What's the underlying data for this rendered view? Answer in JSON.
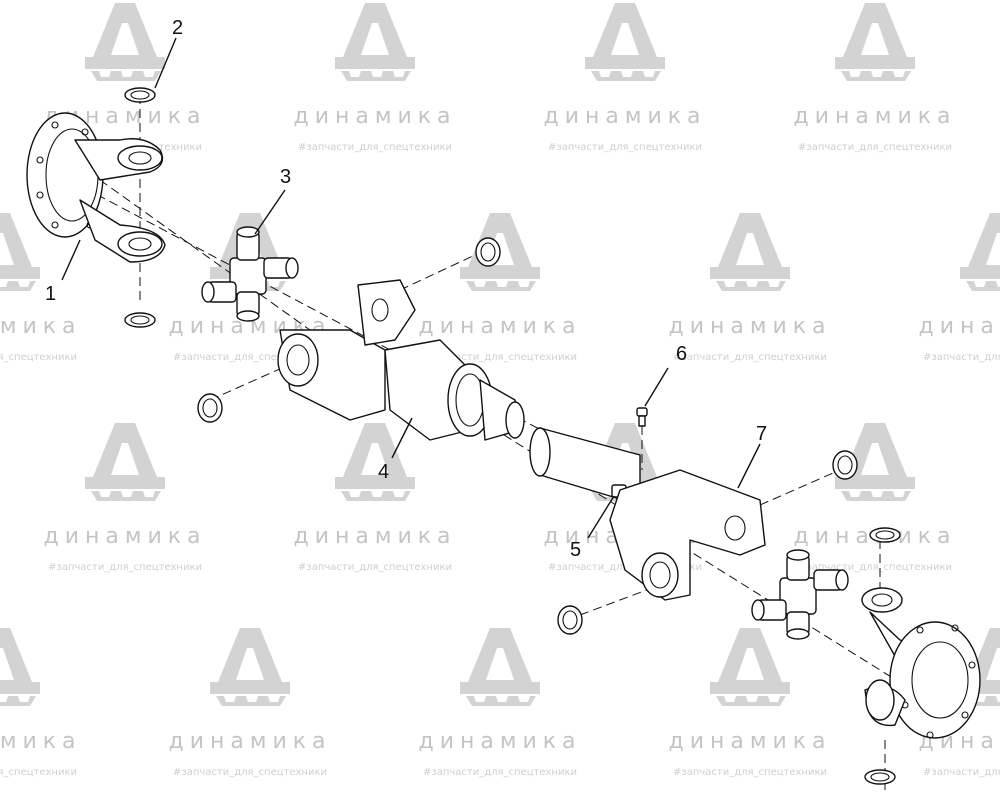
{
  "watermark": {
    "brand": "динамика",
    "tagline": "#запчасти_для_спецтехники"
  },
  "callouts": [
    {
      "id": "1",
      "label": "1"
    },
    {
      "id": "2",
      "label": "2"
    },
    {
      "id": "3",
      "label": "3"
    },
    {
      "id": "4",
      "label": "4"
    },
    {
      "id": "5",
      "label": "5"
    },
    {
      "id": "6",
      "label": "6"
    },
    {
      "id": "7",
      "label": "7"
    }
  ]
}
